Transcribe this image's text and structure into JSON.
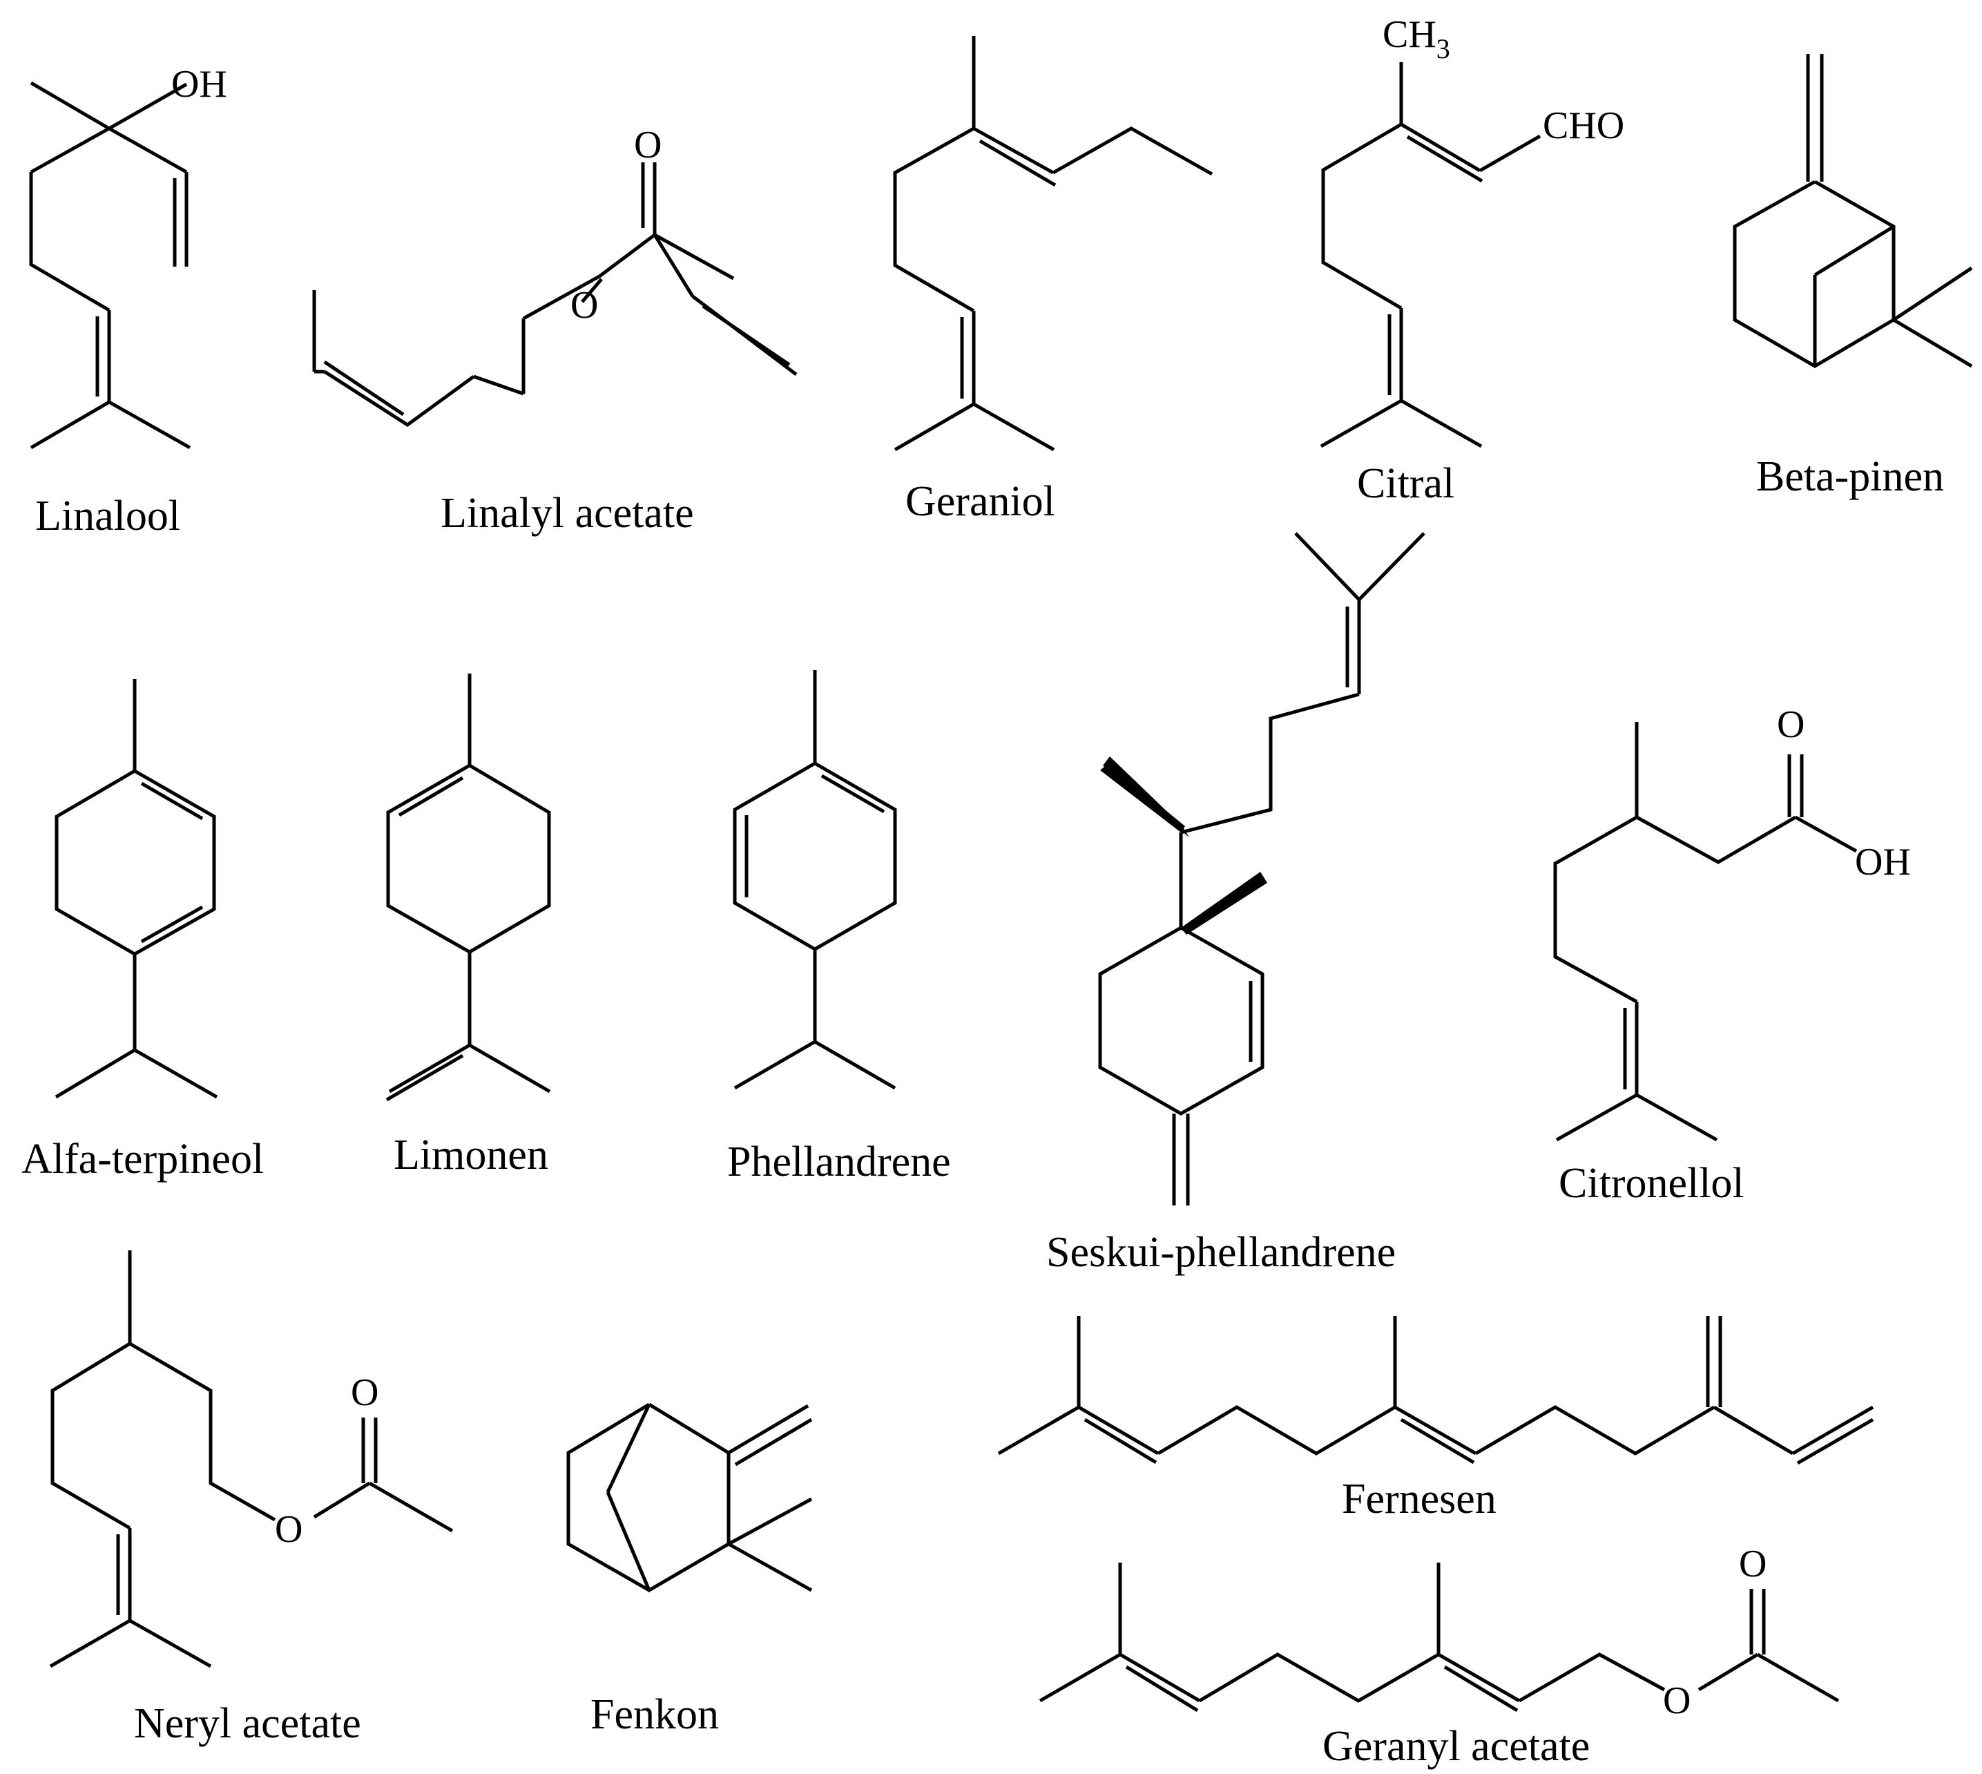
{
  "molecules": [
    {
      "name": "Linalool",
      "atoms": [
        "OH"
      ]
    },
    {
      "name": "Linalyl acetate",
      "atoms": [
        "O",
        "O"
      ]
    },
    {
      "name": "Geraniol",
      "atoms": []
    },
    {
      "name": "Citral",
      "atoms": [
        "CH",
        "3",
        "CHO"
      ]
    },
    {
      "name": "Beta-pinen",
      "atoms": []
    },
    {
      "name": "Alfa-terpineol",
      "atoms": []
    },
    {
      "name": "Limonen",
      "atoms": []
    },
    {
      "name": "Phellandrene",
      "atoms": []
    },
    {
      "name": "Seskui-phellandrene",
      "atoms": []
    },
    {
      "name": "Citronellol",
      "atoms": [
        "O",
        "OH"
      ]
    },
    {
      "name": "Neryl acetate",
      "atoms": [
        "O",
        "O"
      ]
    },
    {
      "name": "Fenkon",
      "atoms": []
    },
    {
      "name": "Fernesen",
      "atoms": []
    },
    {
      "name": "Geranyl acetate",
      "atoms": [
        "O",
        "O"
      ]
    }
  ]
}
